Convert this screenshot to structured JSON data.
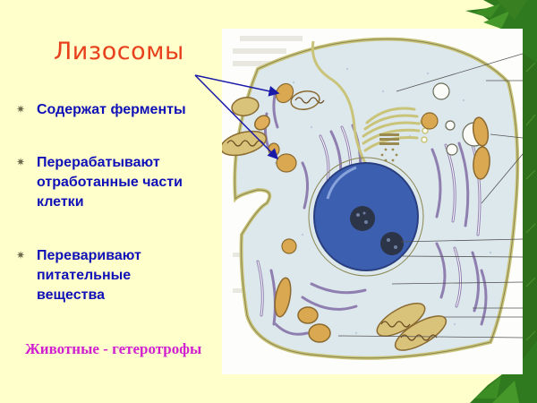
{
  "slide": {
    "title": "Лизосомы",
    "bullets": [
      {
        "marker": "✷",
        "lines": [
          "Содержат ферменты"
        ]
      },
      {
        "marker": "✷",
        "lines": [
          "Перерабатывают",
          "отработанные части",
          "клетки"
        ]
      },
      {
        "marker": "✷",
        "lines": [
          "Переваривают",
          "питательные",
          "вещества"
        ]
      }
    ],
    "footer": "Животные - гетеротрофы"
  },
  "figure": {
    "subject": "animal-cell-diagram",
    "highlighted_structure": "lysosome",
    "label_line_count": 10
  },
  "colors": {
    "background": "#ffffcc",
    "title": "#e8401c",
    "bullet_text": "#1010b8",
    "footer": "#d020d0",
    "arrow": "#1a1aa8",
    "nucleus": "#3d5fb0",
    "cytoplasm": "#dfe9ee",
    "membrane": "#c9c47a",
    "organelle": "#d9a850",
    "er": "#8f7fb0",
    "fern": "#2f7a1e"
  }
}
